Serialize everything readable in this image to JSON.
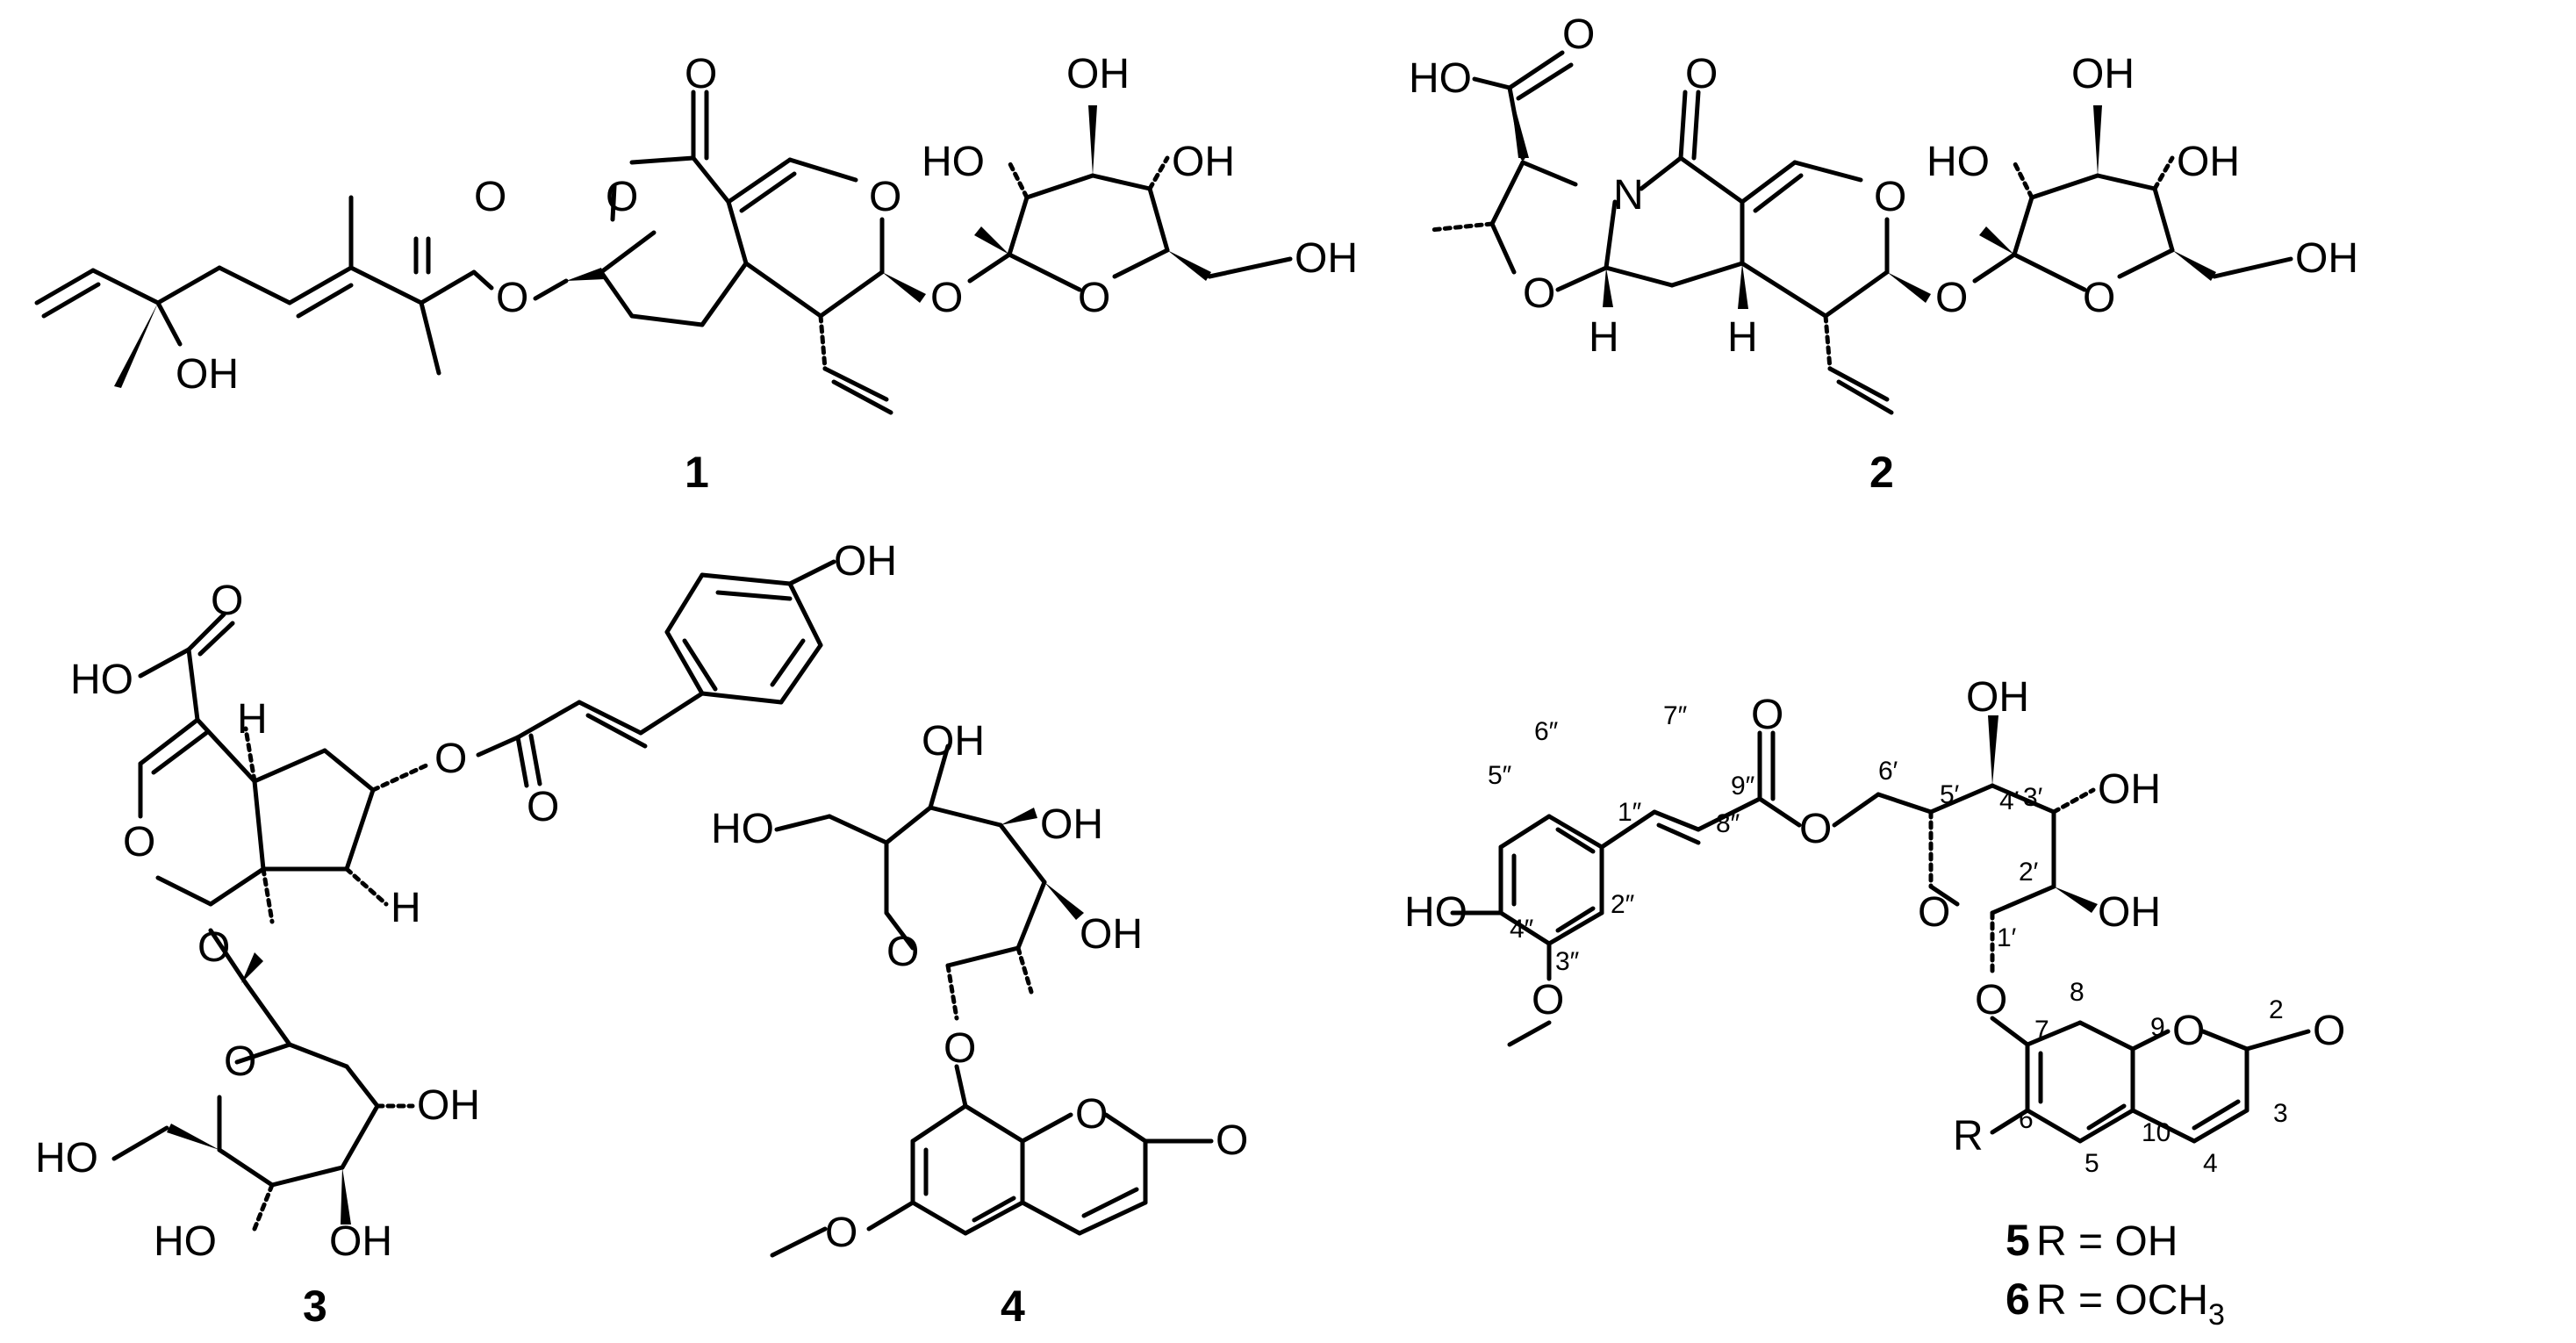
{
  "compounds": [
    {
      "id": "1"
    },
    {
      "id": "2"
    },
    {
      "id": "3"
    },
    {
      "id": "4"
    },
    {
      "id": "5",
      "caption": "R = OH"
    },
    {
      "id": "6",
      "caption": "R = OCH",
      "caption_sub": "3"
    }
  ],
  "atoms": {
    "O": "O",
    "OH": "OH",
    "HO": "HO",
    "N": "N",
    "H": "H",
    "R": "R"
  },
  "numbering": {
    "n5pp": "5″",
    "n6pp": "6″",
    "n7pp": "7″",
    "n1pp": "1″",
    "n8pp": "8″",
    "n9pp": "9″",
    "n2pp": "2″",
    "n3pp": "3″",
    "n4pp": "4″",
    "n6p": "6′",
    "n5p": "5′",
    "n4p": "4′",
    "n3p": "3′",
    "n2p": "2′",
    "n1p": "1′",
    "n2": "2",
    "n3": "3",
    "n4": "4",
    "n5": "5",
    "n6": "6",
    "n7": "7",
    "n8": "8",
    "n9": "9",
    "n10": "10"
  }
}
